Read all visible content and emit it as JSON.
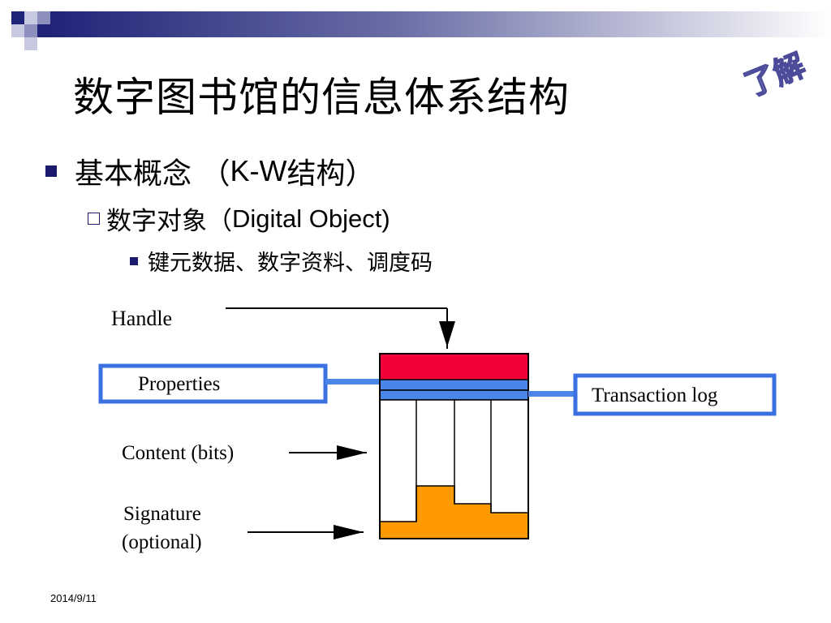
{
  "slide": {
    "title": "数字图书馆的信息体系结构",
    "badge": "了解",
    "date": "2014/9/11"
  },
  "bullets": {
    "level1": {
      "text": "基本概念 （",
      "text_latin": "K-W",
      "text_tail": "结构）"
    },
    "level2": {
      "text": "数字对象（",
      "text_latin": "Digital Object)"
    },
    "level3": {
      "text": "键元数据、数字资料、调度码"
    }
  },
  "diagram": {
    "labels": {
      "handle": "Handle",
      "properties": "Properties",
      "transaction_log": "Transaction log",
      "content": "Content (bits)",
      "signature_line1": "Signature",
      "signature_line2": "(optional)"
    },
    "colors": {
      "handle_block": "#f2003a",
      "properties_band": "#4a86e8",
      "frame": "#3b70e0",
      "fill": "#ff9900"
    }
  }
}
